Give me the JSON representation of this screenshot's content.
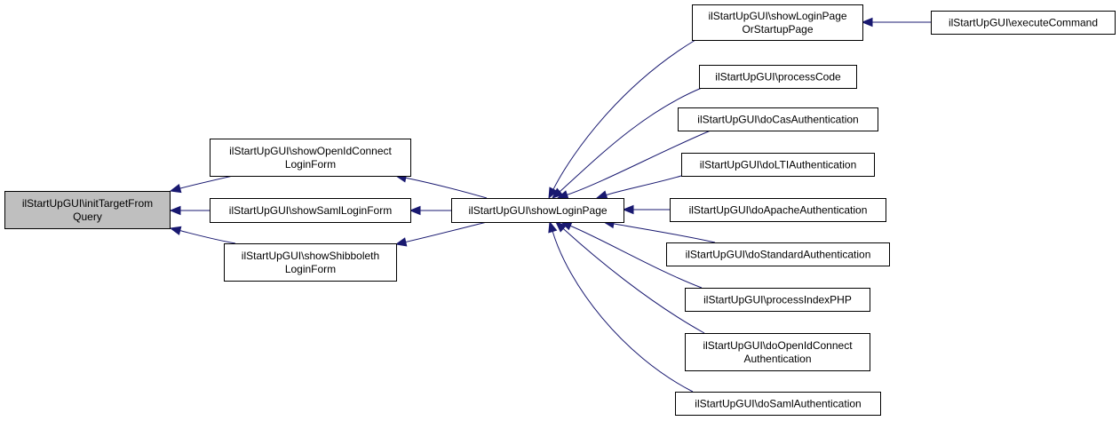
{
  "nodes": {
    "initTargetFromQuery": {
      "lines": [
        "ilStartUpGUI\\initTargetFrom",
        "Query"
      ],
      "highlight": true
    },
    "showOpenIdConnectLoginForm": {
      "lines": [
        "ilStartUpGUI\\showOpenIdConnect",
        "LoginForm"
      ]
    },
    "showSamlLoginForm": {
      "lines": [
        "ilStartUpGUI\\showSamlLoginForm"
      ]
    },
    "showShibbolethLoginForm": {
      "lines": [
        "ilStartUpGUI\\showShibboleth",
        "LoginForm"
      ]
    },
    "showLoginPage": {
      "lines": [
        "ilStartUpGUI\\showLoginPage"
      ]
    },
    "showLoginPageOrStartupPage": {
      "lines": [
        "ilStartUpGUI\\showLoginPage",
        "OrStartupPage"
      ]
    },
    "executeCommand": {
      "lines": [
        "ilStartUpGUI\\executeCommand"
      ]
    },
    "processCode": {
      "lines": [
        "ilStartUpGUI\\processCode"
      ]
    },
    "doCasAuthentication": {
      "lines": [
        "ilStartUpGUI\\doCasAuthentication"
      ]
    },
    "doLTIAuthentication": {
      "lines": [
        "ilStartUpGUI\\doLTIAuthentication"
      ]
    },
    "doApacheAuthentication": {
      "lines": [
        "ilStartUpGUI\\doApacheAuthentication"
      ]
    },
    "doStandardAuthentication": {
      "lines": [
        "ilStartUpGUI\\doStandardAuthentication"
      ]
    },
    "processIndexPHP": {
      "lines": [
        "ilStartUpGUI\\processIndexPHP"
      ]
    },
    "doOpenIdConnectAuthentication": {
      "lines": [
        "ilStartUpGUI\\doOpenIdConnect",
        "Authentication"
      ]
    },
    "doSamlAuthentication": {
      "lines": [
        "ilStartUpGUI\\doSamlAuthentication"
      ]
    }
  },
  "edges": [
    {
      "from": "showOpenIdConnectLoginForm",
      "to": "initTargetFromQuery"
    },
    {
      "from": "showSamlLoginForm",
      "to": "initTargetFromQuery"
    },
    {
      "from": "showShibbolethLoginForm",
      "to": "initTargetFromQuery"
    },
    {
      "from": "showLoginPage",
      "to": "showOpenIdConnectLoginForm"
    },
    {
      "from": "showLoginPage",
      "to": "showSamlLoginForm"
    },
    {
      "from": "showLoginPage",
      "to": "showShibbolethLoginForm"
    },
    {
      "from": "showLoginPageOrStartupPage",
      "to": "showLoginPage"
    },
    {
      "from": "processCode",
      "to": "showLoginPage"
    },
    {
      "from": "doCasAuthentication",
      "to": "showLoginPage"
    },
    {
      "from": "doLTIAuthentication",
      "to": "showLoginPage"
    },
    {
      "from": "doApacheAuthentication",
      "to": "showLoginPage"
    },
    {
      "from": "doStandardAuthentication",
      "to": "showLoginPage"
    },
    {
      "from": "processIndexPHP",
      "to": "showLoginPage"
    },
    {
      "from": "doOpenIdConnectAuthentication",
      "to": "showLoginPage"
    },
    {
      "from": "doSamlAuthentication",
      "to": "showLoginPage"
    },
    {
      "from": "executeCommand",
      "to": "showLoginPageOrStartupPage"
    }
  ],
  "colors": {
    "edge": "#191970",
    "highlight_fill": "#bfbfbf",
    "node_fill": "#ffffff",
    "node_stroke": "#000000"
  }
}
